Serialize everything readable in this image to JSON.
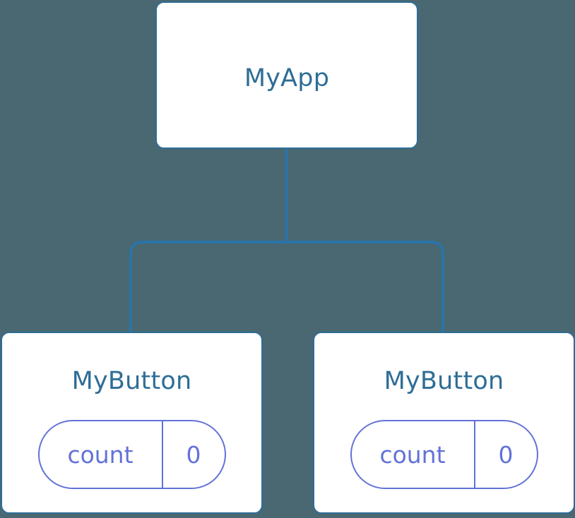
{
  "diagram": {
    "type": "component-tree",
    "background_color": "#4a6872",
    "edge_color": "#2a74a8",
    "node_border_color": "#2e6d96",
    "node_fill_color": "#ffffff",
    "node_title_color": "#2e6d96",
    "state_pill_color": "#6272d8",
    "root": {
      "title": "MyApp"
    },
    "children": [
      {
        "title": "MyButton",
        "state": {
          "key": "count",
          "value": "0"
        }
      },
      {
        "title": "MyButton",
        "state": {
          "key": "count",
          "value": "0"
        }
      }
    ]
  }
}
